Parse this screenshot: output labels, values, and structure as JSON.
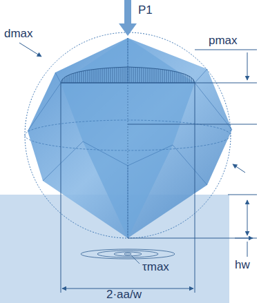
{
  "diagram": {
    "labels": [
      "P1",
      "dmax",
      "pmax",
      "τmax",
      "hw",
      "2·aa/w"
    ]
  }
}
